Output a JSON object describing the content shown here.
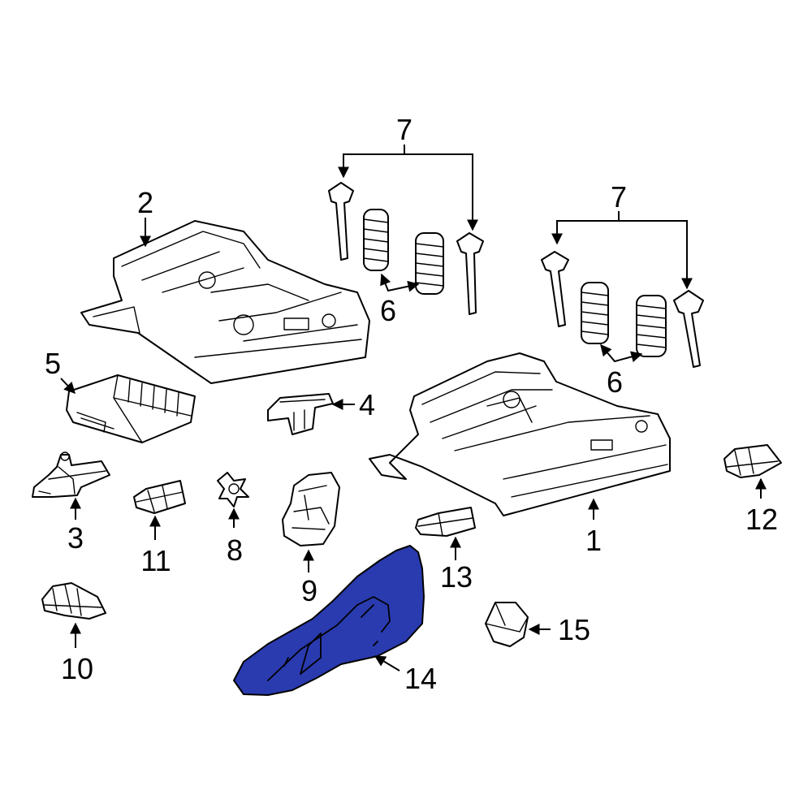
{
  "colors": {
    "highlight_fill": "#2a3bb0",
    "line": "#000000",
    "background": "#ffffff"
  },
  "callouts": {
    "c1": "1",
    "c2": "2",
    "c3": "3",
    "c4": "4",
    "c5": "5",
    "c6a": "6",
    "c6b": "6",
    "c7a": "7",
    "c7b": "7",
    "c8": "8",
    "c9": "9",
    "c10": "10",
    "c11": "11",
    "c12": "12",
    "c13": "13",
    "c14": "14",
    "c15": "15"
  },
  "highlighted_part": "14"
}
